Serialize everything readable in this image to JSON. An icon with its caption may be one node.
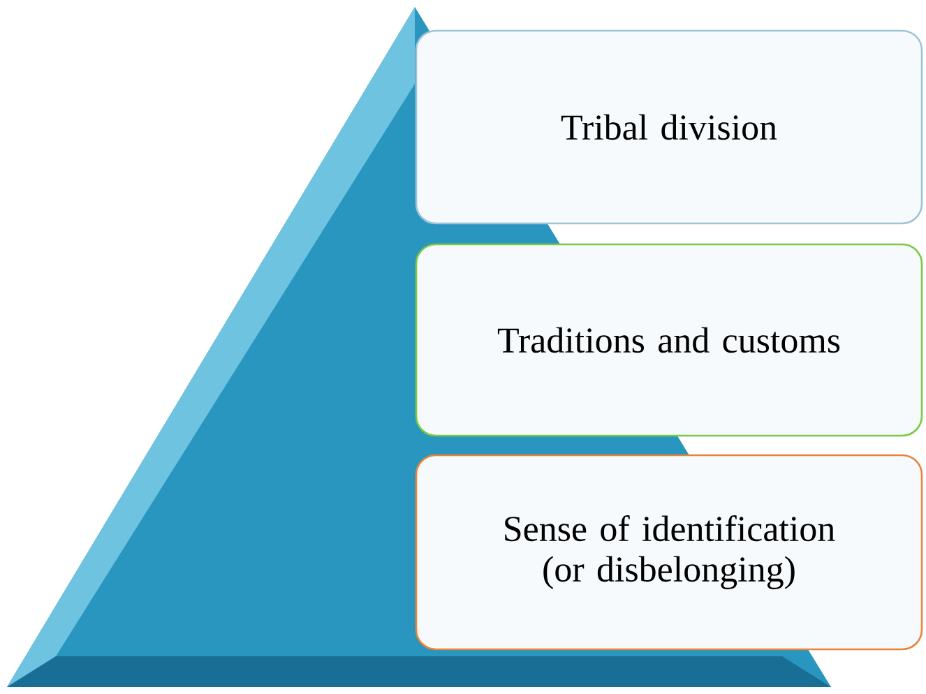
{
  "diagram": {
    "nodes": [
      {
        "text": [
          "Tribal division"
        ]
      },
      {
        "text": [
          "Traditions and customs"
        ]
      },
      {
        "text": [
          "Sense of identification (or disbelonging)"
        ]
      }
    ]
  }
}
